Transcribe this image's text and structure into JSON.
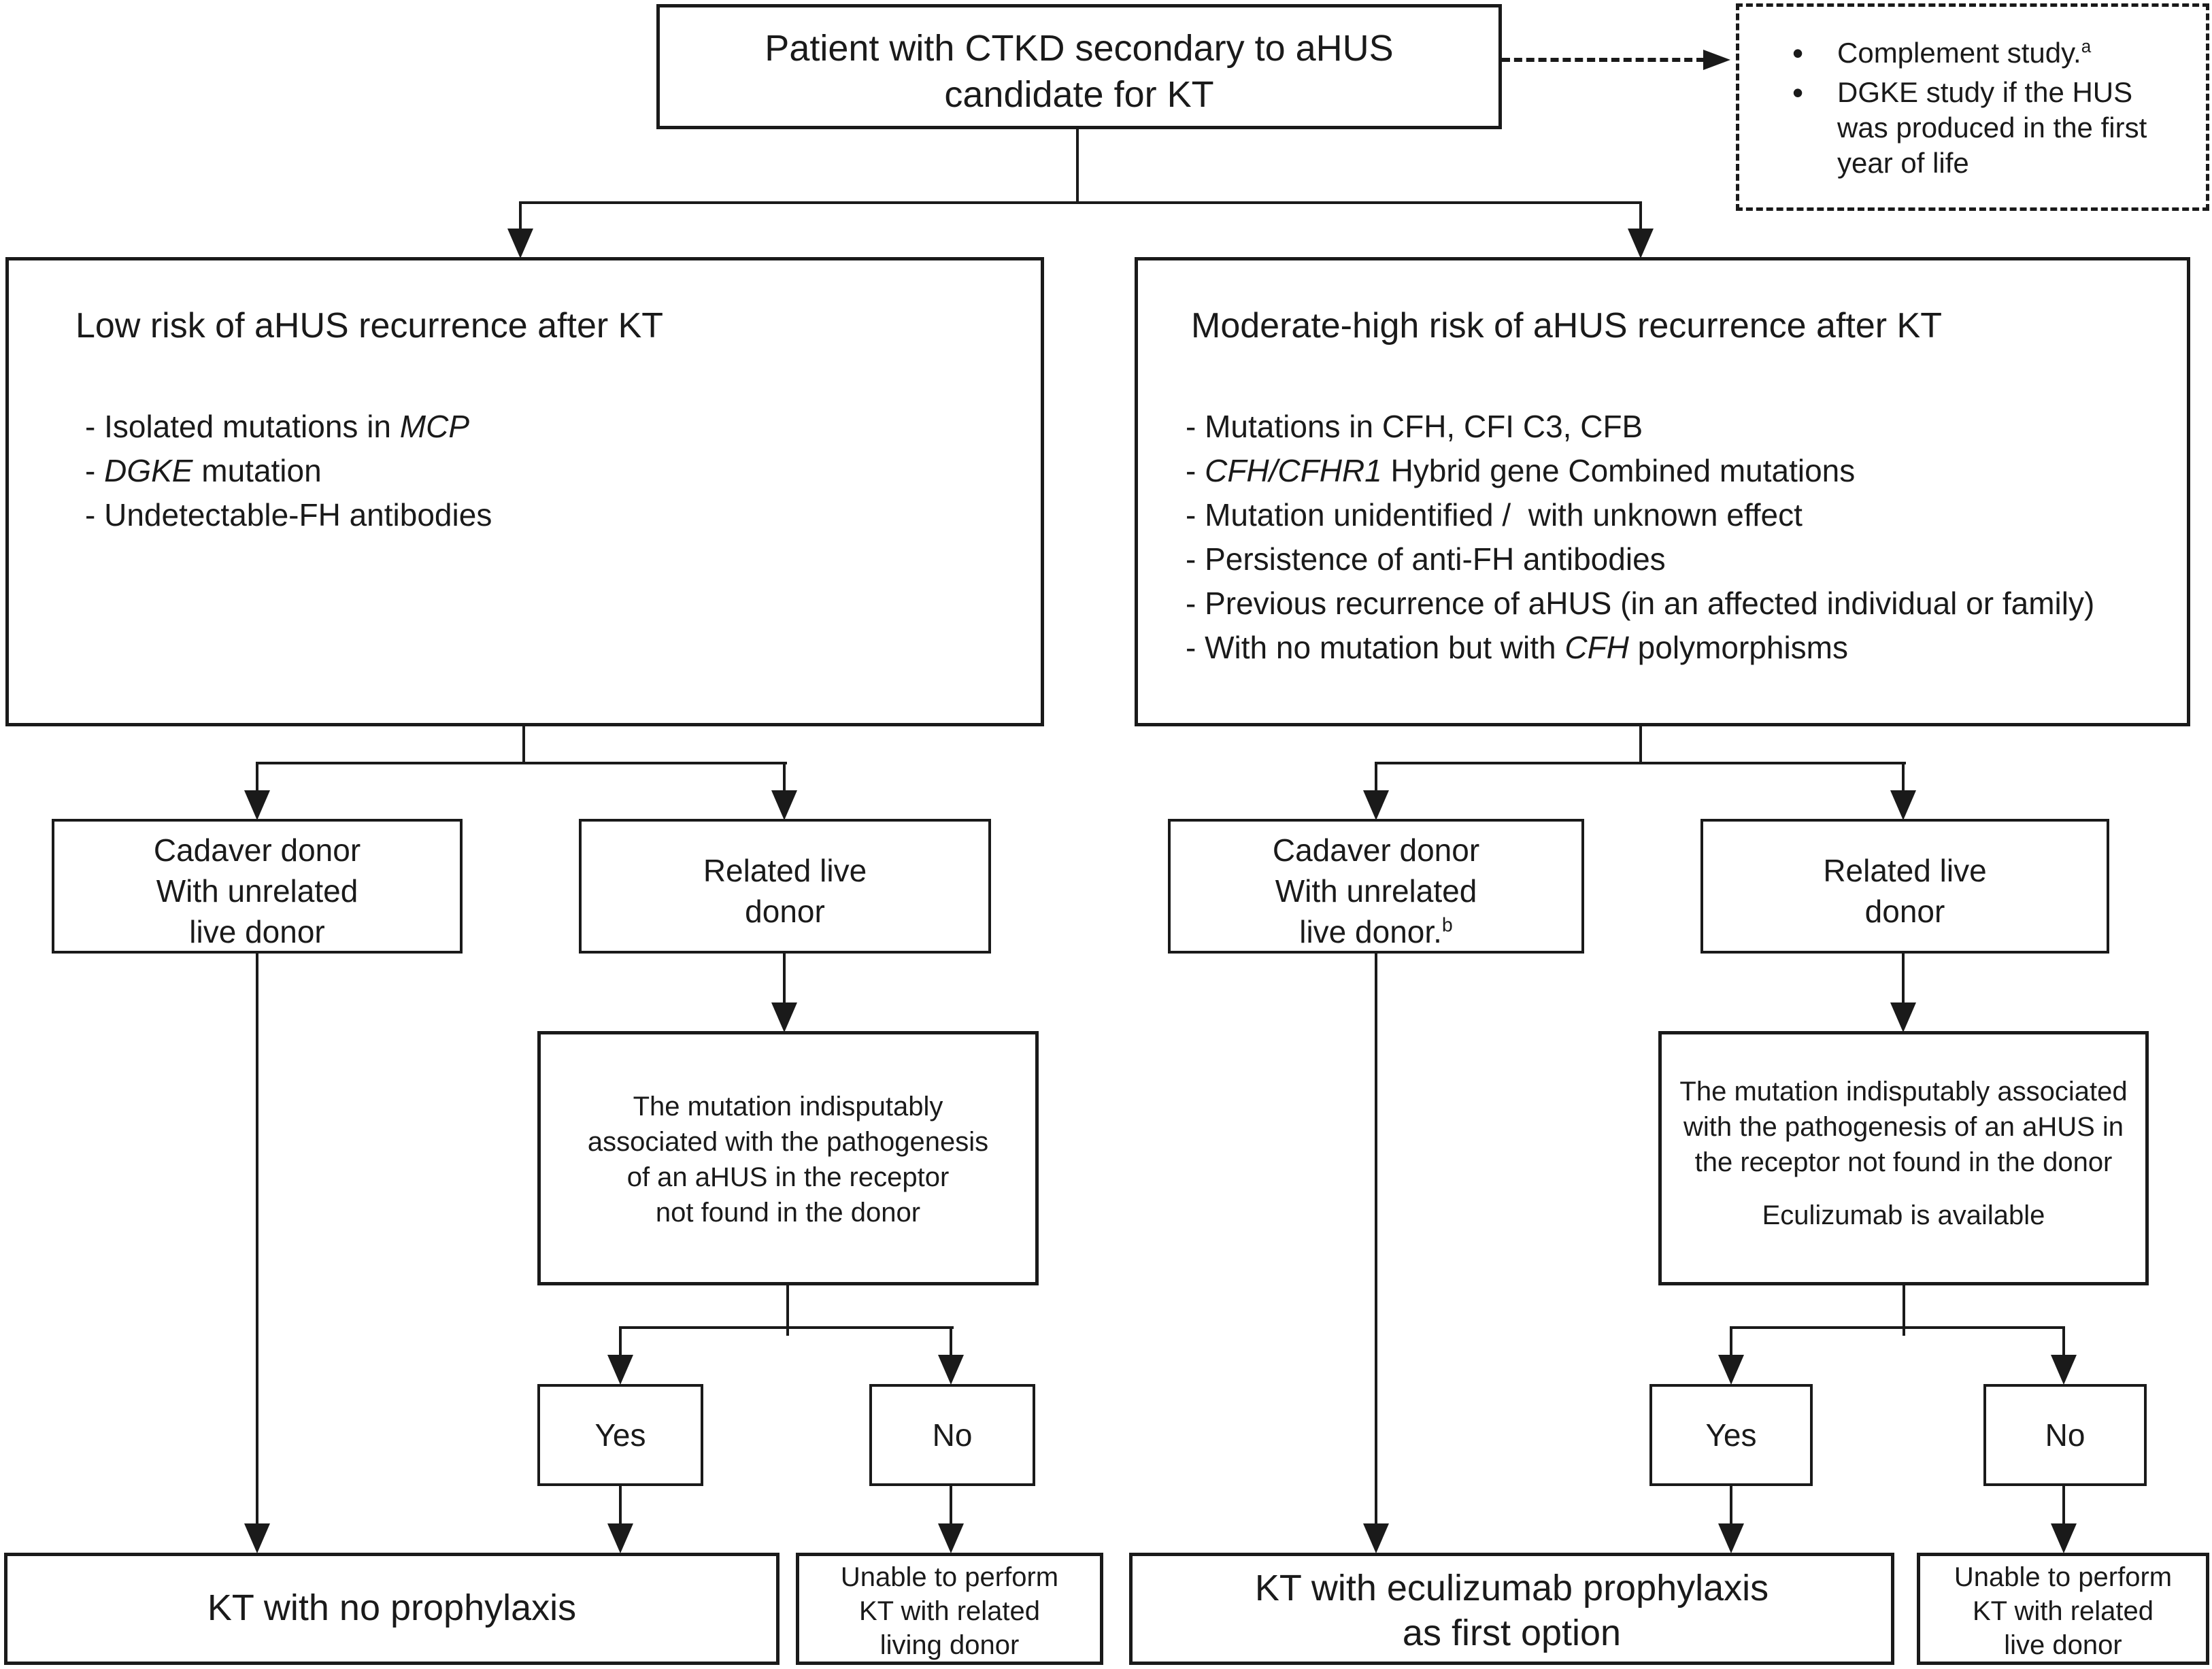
{
  "root": {
    "line1": "Patient with CTKD secondary to aHUS",
    "line2": "candidate for KT"
  },
  "note": {
    "bullet": "•",
    "items": [
      {
        "text": "Complement study.",
        "sup": "a"
      },
      {
        "text": "DGKE study if the HUS was produced in the first year of life",
        "sup": ""
      }
    ]
  },
  "low_risk": {
    "title": "Low risk of aHUS recurrence after KT",
    "items": [
      {
        "pre": "- Isolated mutations in ",
        "italic": "MCP",
        "post": ""
      },
      {
        "pre": "- ",
        "italic": "DGKE",
        "post": " mutation"
      },
      {
        "pre": "- Undetectable-FH antibodies",
        "italic": "",
        "post": ""
      }
    ]
  },
  "high_risk": {
    "title": "Moderate-high risk of aHUS recurrence after KT",
    "items": [
      {
        "pre": "- Mutations in CFH, CFI C3, CFB",
        "italic": "",
        "post": ""
      },
      {
        "pre": "- ",
        "italic": "CFH/CFHR1",
        "post": " Hybrid gene Combined mutations"
      },
      {
        "pre": "- Mutation unidentified /  with unknown effect",
        "italic": "",
        "post": ""
      },
      {
        "pre": "- Persistence of anti-FH antibodies",
        "italic": "",
        "post": ""
      },
      {
        "pre": "- Previous recurrence of aHUS (in an affected individual or family)",
        "italic": "",
        "post": ""
      },
      {
        "pre": "- With no mutation but with ",
        "italic": "CFH",
        "post": " polymorphisms"
      }
    ]
  },
  "left": {
    "cadaver": {
      "line1": "Cadaver donor",
      "line2": "With unrelated",
      "line3": "live donor"
    },
    "related": {
      "line1": "Related live",
      "line2": "donor"
    },
    "condition": {
      "line1": "The mutation indisputably",
      "line2": "associated with the pathogenesis",
      "line3": "of an aHUS in the receptor",
      "line4": "not found in the donor"
    },
    "yes": "Yes",
    "no": "No",
    "outcome": "KT with no prophylaxis",
    "unable": {
      "line1": "Unable to perform",
      "line2": "KT with related",
      "line3": "living donor"
    }
  },
  "right": {
    "cadaver": {
      "line1": "Cadaver donor",
      "line2": "With unrelated",
      "line3": "live donor.",
      "sup": "b"
    },
    "related": {
      "line1": "Related live",
      "line2": "donor"
    },
    "condition": {
      "line1": "The mutation indisputably associated",
      "line2": "with the pathogenesis of an aHUS in",
      "line3": "the receptor not found in the donor",
      "extra": "Eculizumab is available"
    },
    "yes": "Yes",
    "no": "No",
    "outcome": {
      "line1": "KT with eculizumab prophylaxis",
      "line2": "as first option"
    },
    "unable": {
      "line1": "Unable to perform",
      "line2": "KT with related",
      "line3": "live donor"
    }
  },
  "colors": {
    "ink": "#1a1a1a",
    "background": "#ffffff"
  }
}
